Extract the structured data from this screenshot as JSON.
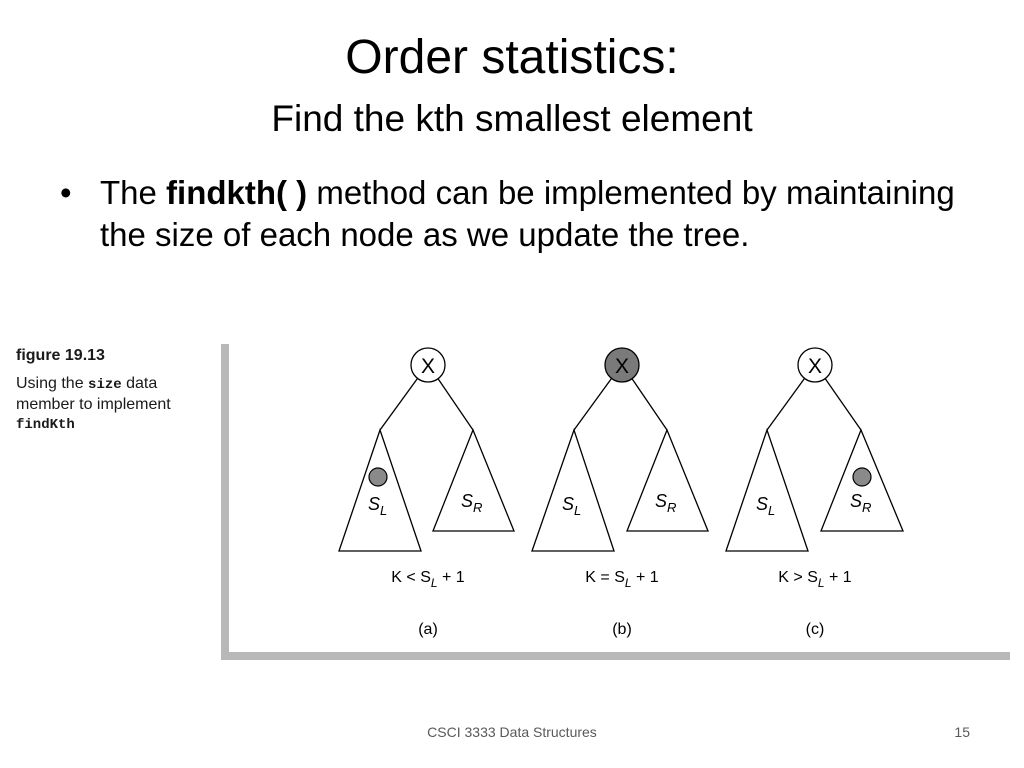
{
  "slide": {
    "title": "Order statistics:",
    "subtitle": "Find the kth smallest element",
    "bullet": {
      "symbol": "•",
      "pre": "The ",
      "bold": "findkth( )",
      "post": " method can be implemented by maintaining the size of each node as we update the tree."
    }
  },
  "figure": {
    "number": "figure 19.13",
    "caption_pre": "Using the ",
    "caption_code1": "size",
    "caption_mid": " data member to implement ",
    "caption_code2": "findKth",
    "node_label": "X",
    "left_subtree": {
      "letter": "S",
      "sub": "L"
    },
    "right_subtree": {
      "letter": "S",
      "sub": "R"
    },
    "panels": [
      {
        "condition_pre": "K < S",
        "condition_sub": "L",
        "condition_post": " + 1",
        "label": "(a)"
      },
      {
        "condition_pre": "K = S",
        "condition_sub": "L",
        "condition_post": " + 1",
        "label": "(b)"
      },
      {
        "condition_pre": "K > S",
        "condition_sub": "L",
        "condition_post": " + 1",
        "label": "(c)"
      }
    ]
  },
  "footer": {
    "course": "CSCI 3333 Data Structures",
    "page": "15"
  }
}
